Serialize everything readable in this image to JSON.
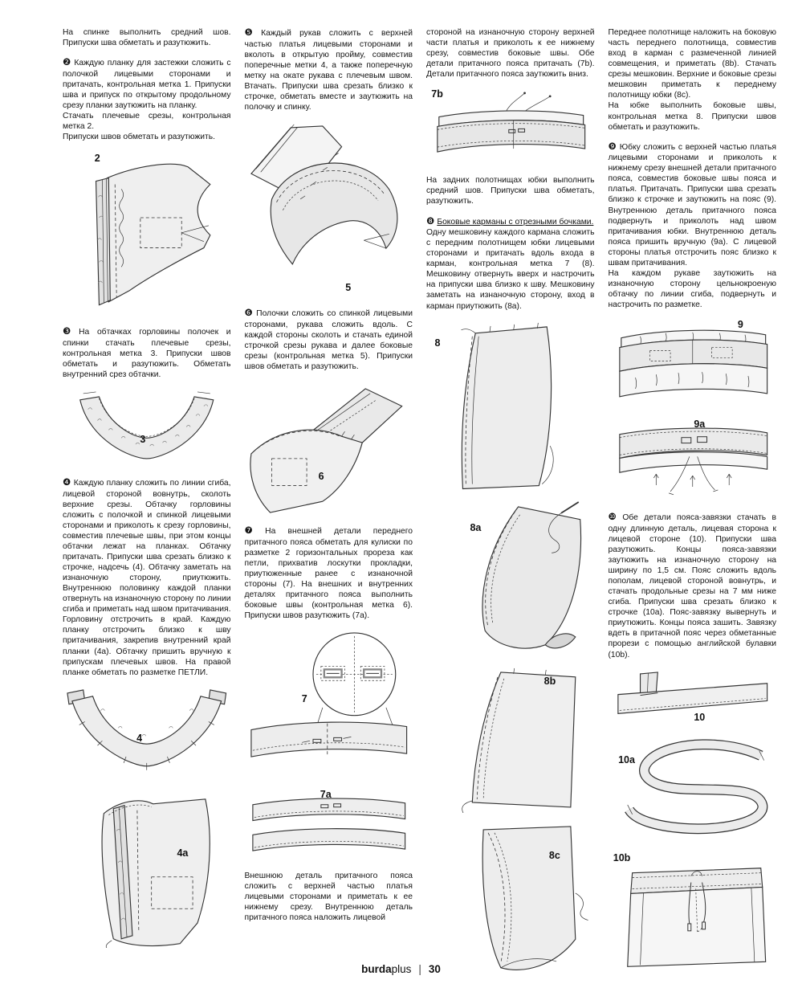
{
  "footer": {
    "brand_bold": "burda",
    "brand_light": "plus",
    "separator": "|",
    "page": "30"
  },
  "col1": {
    "intro": "На спинке выполнить средний шов. Припуски шва обметать и разутюжить.",
    "step2": {
      "num": "❷",
      "text": "Каждую планку для застежки сложить с полочкой лицевыми сторонами и притачать, контрольная метка 1. Припуски шва и припуск по открытому продольному срезу планки заутюжить на планку.\nСтачать плечевые срезы, контрольная метка 2.\nПрипуски швов обметать и разутюжить."
    },
    "fig2": {
      "label": "2"
    },
    "step3": {
      "num": "❸",
      "text": "На обтачках горловины полочек и спинки стачать плечевые срезы, контрольная метка 3. Припуски швов обметать и разутюжить. Обметать внутренний срез обтачки."
    },
    "fig3": {
      "label": "3"
    },
    "step4": {
      "num": "❹",
      "text": "Каждую планку сложить по линии сгиба, лицевой стороной вовнутрь, сколоть верхние срезы. Обтачку горловины сложить с полочкой и спинкой лицевыми сторонами и приколоть к срезу горловины, совместив плечевые швы, при этом концы обтачки лежат на планках. Обтачку притачать. Припуски шва срезать близко к строчке, надсечь (4). Обтачку заметать на изнаночную сторону, приутюжить. Внутреннюю половинку каждой планки отвернуть на изнаночную сторону по линии сгиба и приметать над швом притачивания. Горловину отстрочить в край. Каждую планку отстрочить близко к шву притачивания, закрепив внутренний край планки (4a). Обтачку пришить вручную к припускам плечевых швов. На правой планке обметать по разметке ПЕТЛИ."
    },
    "fig4": {
      "label": "4"
    },
    "fig4a": {
      "label": "4a"
    }
  },
  "col2": {
    "step5": {
      "num": "❺",
      "text": "Каждый рукав сложить с верхней частью платья лицевыми сторонами и вколоть в открытую пройму, совместив поперечные метки 4, а также поперечную метку на окате рукава с плечевым швом. Втачать. Припуски шва срезать близко к строчке, обметать вместе и заутюжить на полочку и спинку."
    },
    "fig5": {
      "label": "5"
    },
    "step6": {
      "num": "❻",
      "text": "Полочки сложить со спинкой лицевыми сторонами, рукава сложить вдоль. С каждой стороны сколоть и стачать единой строчкой срезы рукава и далее боковые срезы (контрольная метка 5). Припуски швов обметать и разутюжить."
    },
    "fig6": {
      "label": "6"
    },
    "step7": {
      "num": "❼",
      "text": "На внешней детали переднего притачного пояса обметать для кулиски по разметке 2 горизонтальных прореза как петли, прихватив лоскутки прокладки, приутюженные ранее с изнаночной стороны (7). На внешних и внутренних деталях притачного пояса выполнить боковые швы (контрольная метка 6). Припуски швов разутюжить (7a)."
    },
    "fig7": {
      "label": "7"
    },
    "fig7a": {
      "label": "7a"
    },
    "outro": "Внешнюю деталь притачного пояса сложить с верхней частью платья лицевыми сторонами и приметать к ее нижнему срезу. Внутреннюю деталь притачного пояса наложить лицевой"
  },
  "col3": {
    "cont": "стороной на изнаночную сторону верхней части платья и приколоть к ее нижнему срезу, совместив боковые швы. Обе детали притачного пояса притачать (7b). Детали притачного пояса заутюжить вниз.",
    "fig7b": {
      "label": "7b"
    },
    "mid": "На задних полотнищах юбки выполнить средний шов. Припуски шва обметать, разутюжить.",
    "step8": {
      "num": "❽",
      "heading": "Боковые карманы с отрезными бочками.",
      "text": "Одну мешковину каждого кармана сложить с передним полотнищем юбки лицевыми сторонами и притачать вдоль входа в карман, контрольная метка 7 (8). Мешковину отвернуть вверх и настрочить на припуски шва близко к шву. Мешковину заметать на изнаночную сторону, вход в карман приутюжить (8a)."
    },
    "fig8": {
      "label": "8"
    },
    "fig8a": {
      "label": "8a"
    },
    "fig8b": {
      "label": "8b"
    },
    "fig8c": {
      "label": "8c"
    }
  },
  "col4": {
    "intro": "Переднее полотнище наложить на боковую часть переднего полотнища, совместив вход в карман с размеченной линией совмещения, и приметать (8b). Стачать срезы мешковин. Верхние и боковые срезы мешковин приметать к переднему полотнищу юбки (8c).\nНа юбке выполнить боковые швы, контрольная метка 8. Припуски швов обметать и разутюжить.",
    "step9": {
      "num": "❾",
      "text": "Юбку сложить с верхней частью платья лицевыми сторонами и приколоть к нижнему срезу внешней детали притачного пояса, совместив боковые швы пояса и платья. Притачать. Припуски шва срезать близко к строчке и заутюжить на пояс (9). Внутреннюю деталь притачного пояса подвернуть и приколоть над швом притачивания юбки. Внутреннюю деталь пояса пришить вручную (9a). С лицевой стороны платья отстрочить пояс близко к швам притачивания.\nНа каждом рукаве заутюжить на изнаночную сторону цельнокроеную обтачку по линии сгиба, подвернуть и настрочить по разметке."
    },
    "fig9": {
      "label": "9"
    },
    "fig9a": {
      "label": "9a"
    },
    "step10": {
      "num": "❿",
      "text": "Обе детали пояса-завязки стачать в одну длинную деталь, лицевая сторона к лицевой стороне (10). Припуски шва разутюжить. Концы пояса-завязки заутюжить на изнаночную сторону на ширину по 1,5 см. Пояс сложить вдоль пополам, лицевой стороной вовнутрь, и стачать продольные срезы на 7 мм ниже сгиба. Припуски шва срезать близко к строчке (10a). Пояс-завязку вывернуть и приутюжить. Концы пояса зашить. Завязку вдеть в притачной пояс через обметанные прорези с помощью английской булавки (10b)."
    },
    "fig10": {
      "label": "10"
    },
    "fig10a": {
      "label": "10a"
    },
    "fig10b": {
      "label": "10b"
    }
  }
}
